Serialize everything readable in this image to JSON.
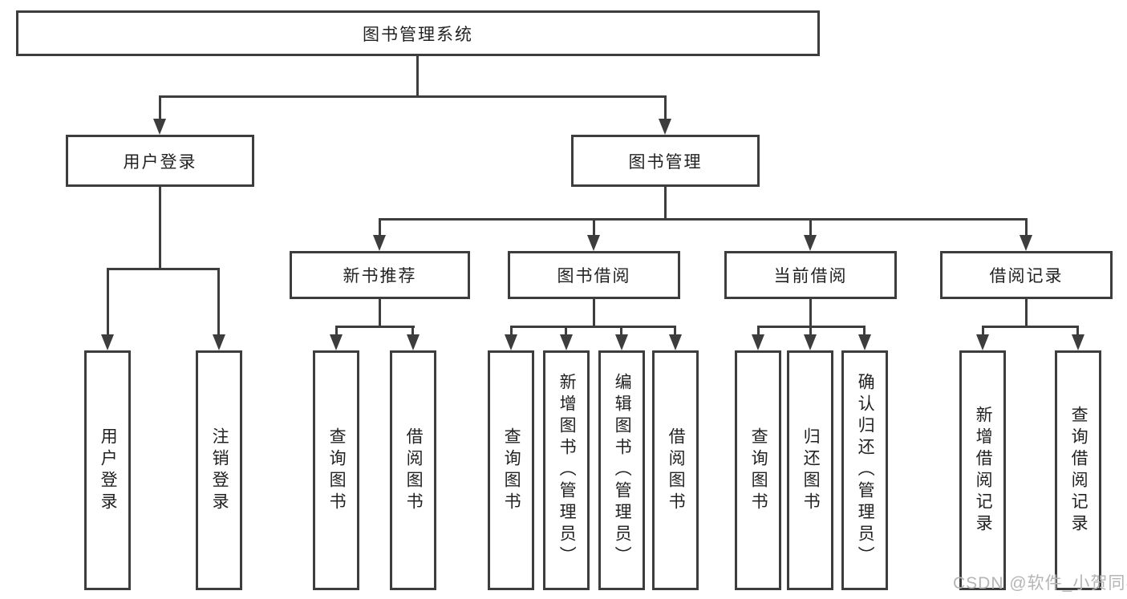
{
  "diagram": {
    "root": {
      "label": "图书管理系统"
    },
    "level1": [
      {
        "label": "用户登录"
      },
      {
        "label": "图书管理"
      }
    ],
    "level2": [
      {
        "label": "新书推荐"
      },
      {
        "label": "图书借阅"
      },
      {
        "label": "当前借阅"
      },
      {
        "label": "借阅记录"
      }
    ],
    "leaves": {
      "user_login": [
        "用户登录",
        "注销登录"
      ],
      "new_books": [
        "查询图书",
        "借阅图书"
      ],
      "book_borrow": [
        "查询图书",
        "新增图书（管理员）",
        "编辑图书（管理员）",
        "借阅图书"
      ],
      "current_borrow": [
        "查询图书",
        "归还图书",
        "确认归还（管理员）"
      ],
      "borrow_records": [
        "新增借阅记录",
        "查询借阅记录"
      ]
    }
  },
  "watermark": {
    "text": "CSDN @软件_小贺同学"
  },
  "colors": {
    "line": "#3d3d3d",
    "text": "#222222",
    "watermark": "#b5b5b5",
    "background": "#ffffff"
  }
}
